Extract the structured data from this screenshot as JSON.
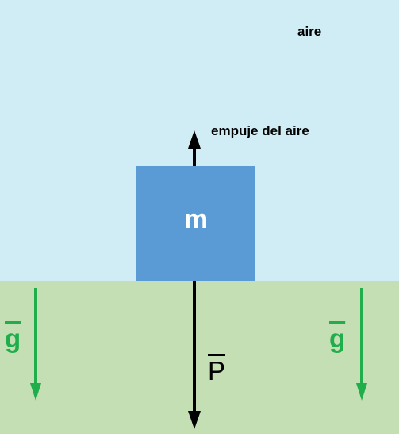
{
  "colors": {
    "air": "#d0ecf5",
    "ground": "#c4dfb3",
    "block": "#5b9bd5",
    "gravity": "#1fae4b",
    "force": "#000000"
  },
  "labels": {
    "air": "aire",
    "buoyancy": "empuje del aire",
    "mass": "m",
    "weight": "P",
    "gravity_left": "g",
    "gravity_right": "g"
  }
}
